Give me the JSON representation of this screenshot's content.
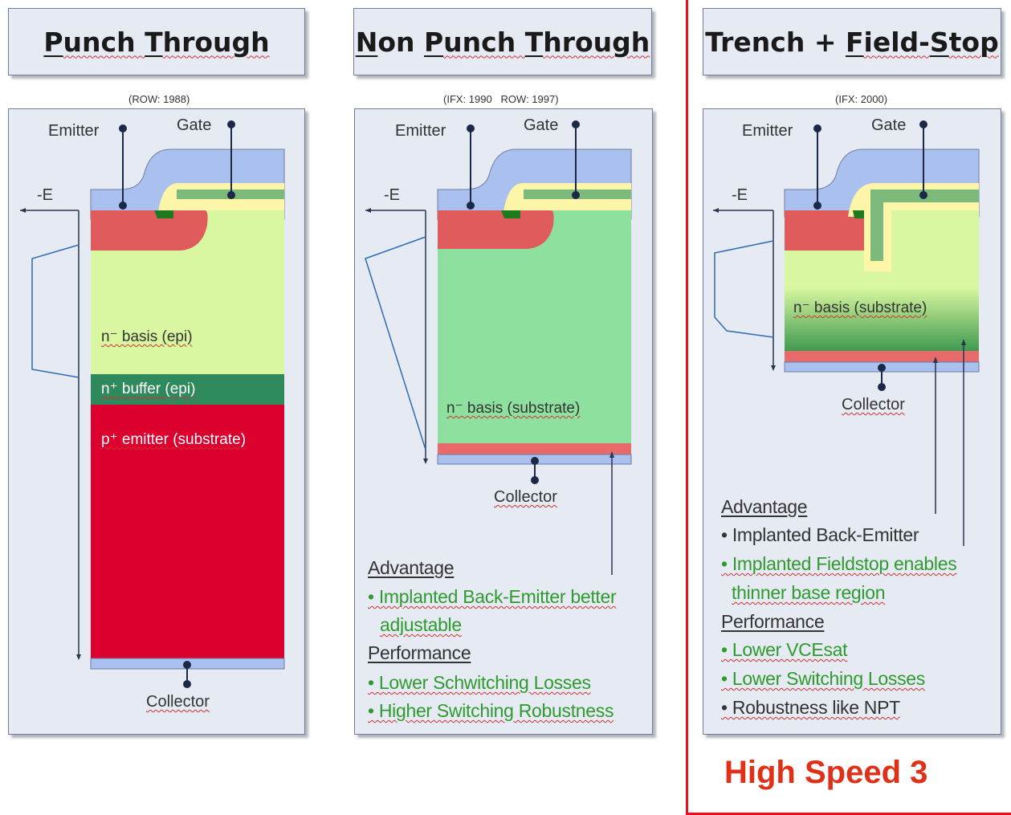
{
  "columns": [
    {
      "title_lead": "P",
      "title_rest": "unch ",
      "title_lead2": "T",
      "title_rest2": "hrough",
      "year": "(ROW: 1988)",
      "emitter": "Emitter",
      "gate": "Gate",
      "neg_e": "-E",
      "layer_basis": "n⁻ basis (epi)",
      "layer_buffer": "n⁺ buffer (epi)",
      "layer_emitter": "p⁺ emitter (substrate)",
      "collector": "Collector"
    },
    {
      "title_lead": "N",
      "title_rest": "on ",
      "title_lead2": "P",
      "title_rest2": "unch ",
      "title_lead3": "T",
      "title_rest3": "hrough",
      "year": "(IFX: 1990   ROW: 1997)",
      "emitter": "Emitter",
      "gate": "Gate",
      "neg_e": "-E",
      "layer_basis": "n⁻ basis (substrate)",
      "collector": "Collector",
      "adv_heading": "Advantage",
      "adv_items": [
        "• Implanted Back-Emitter better",
        "adjustable"
      ],
      "perf_heading": "Performance",
      "perf_items": [
        "• Lower Schwitching Losses",
        "• Higher Switching Robustness"
      ]
    },
    {
      "title": "Trench + ",
      "title_lead2": "F",
      "title_rest2": "ield-",
      "title_lead3": "S",
      "title_rest3": "top",
      "year": "(IFX: 2000)",
      "emitter": "Emitter",
      "gate": "Gate",
      "neg_e": "-E",
      "layer_basis": "n⁻ basis (substrate)",
      "collector": "Collector",
      "adv_heading": "Advantage",
      "adv_items": [
        "• Implanted Back-Emitter",
        "• Implanted Fieldstop enables",
        "thinner base region"
      ],
      "perf_heading": "Performance",
      "perf_items": [
        "• Lower VCEsat",
        "• Lower Switching Losses",
        "• Robustness like NPT"
      ]
    }
  ],
  "footer_label": "High Speed 3",
  "colors": {
    "panel_bg": "#e6eaf2",
    "metal": "#aac0ee",
    "oxide": "#fdf6a8",
    "gate_poly": "#7cba7c",
    "p_well": "#e05c5c",
    "n_minus_epi": "#d9f7a0",
    "n_minus_sub": "#8ee09e",
    "n_plus_buffer": "#2e8a5c",
    "p_plus": "#dc002e",
    "accent_red": "#e03018",
    "green_text": "#2f9a2f"
  }
}
